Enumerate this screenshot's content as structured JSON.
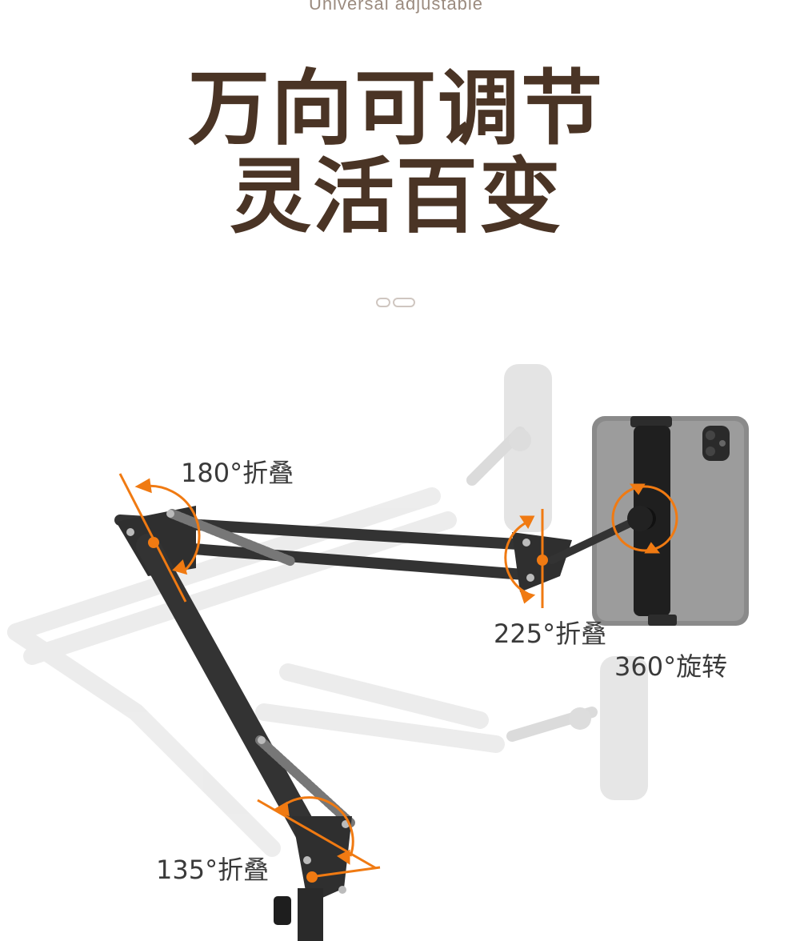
{
  "header": {
    "subtitle_en": "Universal adjustable",
    "title_line1": "万向可调节",
    "title_line2": "灵活百变"
  },
  "annotations": {
    "fold_180": "180°折叠",
    "fold_225": "225°折叠",
    "rotate_360": "360°旋转",
    "fold_135": "135°折叠"
  },
  "colors": {
    "title": "#4a3425",
    "accent": "#f07a12",
    "arm": "#3b3b3b",
    "ghost": "#e3e3e3"
  }
}
